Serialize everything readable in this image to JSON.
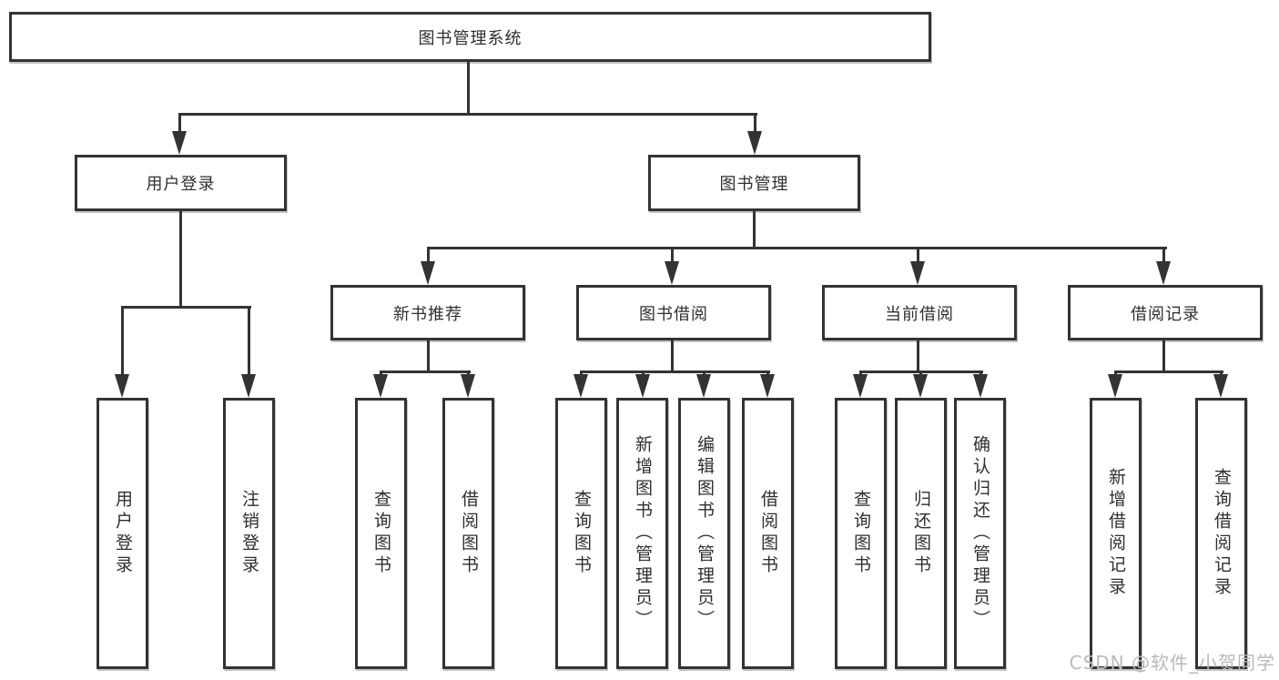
{
  "root": {
    "label": "图书管理系统"
  },
  "branches": [
    {
      "label": "用户登录",
      "children": [
        "用户登录",
        "注销登录"
      ]
    },
    {
      "label": "图书管理",
      "children": [
        {
          "label": "新书推荐",
          "children": [
            "查询图书",
            "借阅图书"
          ]
        },
        {
          "label": "图书借阅",
          "children": [
            "查询图书",
            "新增图书（管理员）",
            "编辑图书（管理员）",
            "借阅图书"
          ]
        },
        {
          "label": "当前借阅",
          "children": [
            "查询图书",
            "归还图书",
            "确认归还（管理员）"
          ]
        },
        {
          "label": "借阅记录",
          "children": [
            "新增借阅记录",
            "查询借阅记录"
          ]
        }
      ]
    }
  ],
  "watermark": {
    "text": "CSDN @软件_小贺同学"
  },
  "colors": {
    "line": "#333333",
    "text": "#2f2f2f",
    "background": "#ffffff",
    "watermark": "#b7babf"
  }
}
